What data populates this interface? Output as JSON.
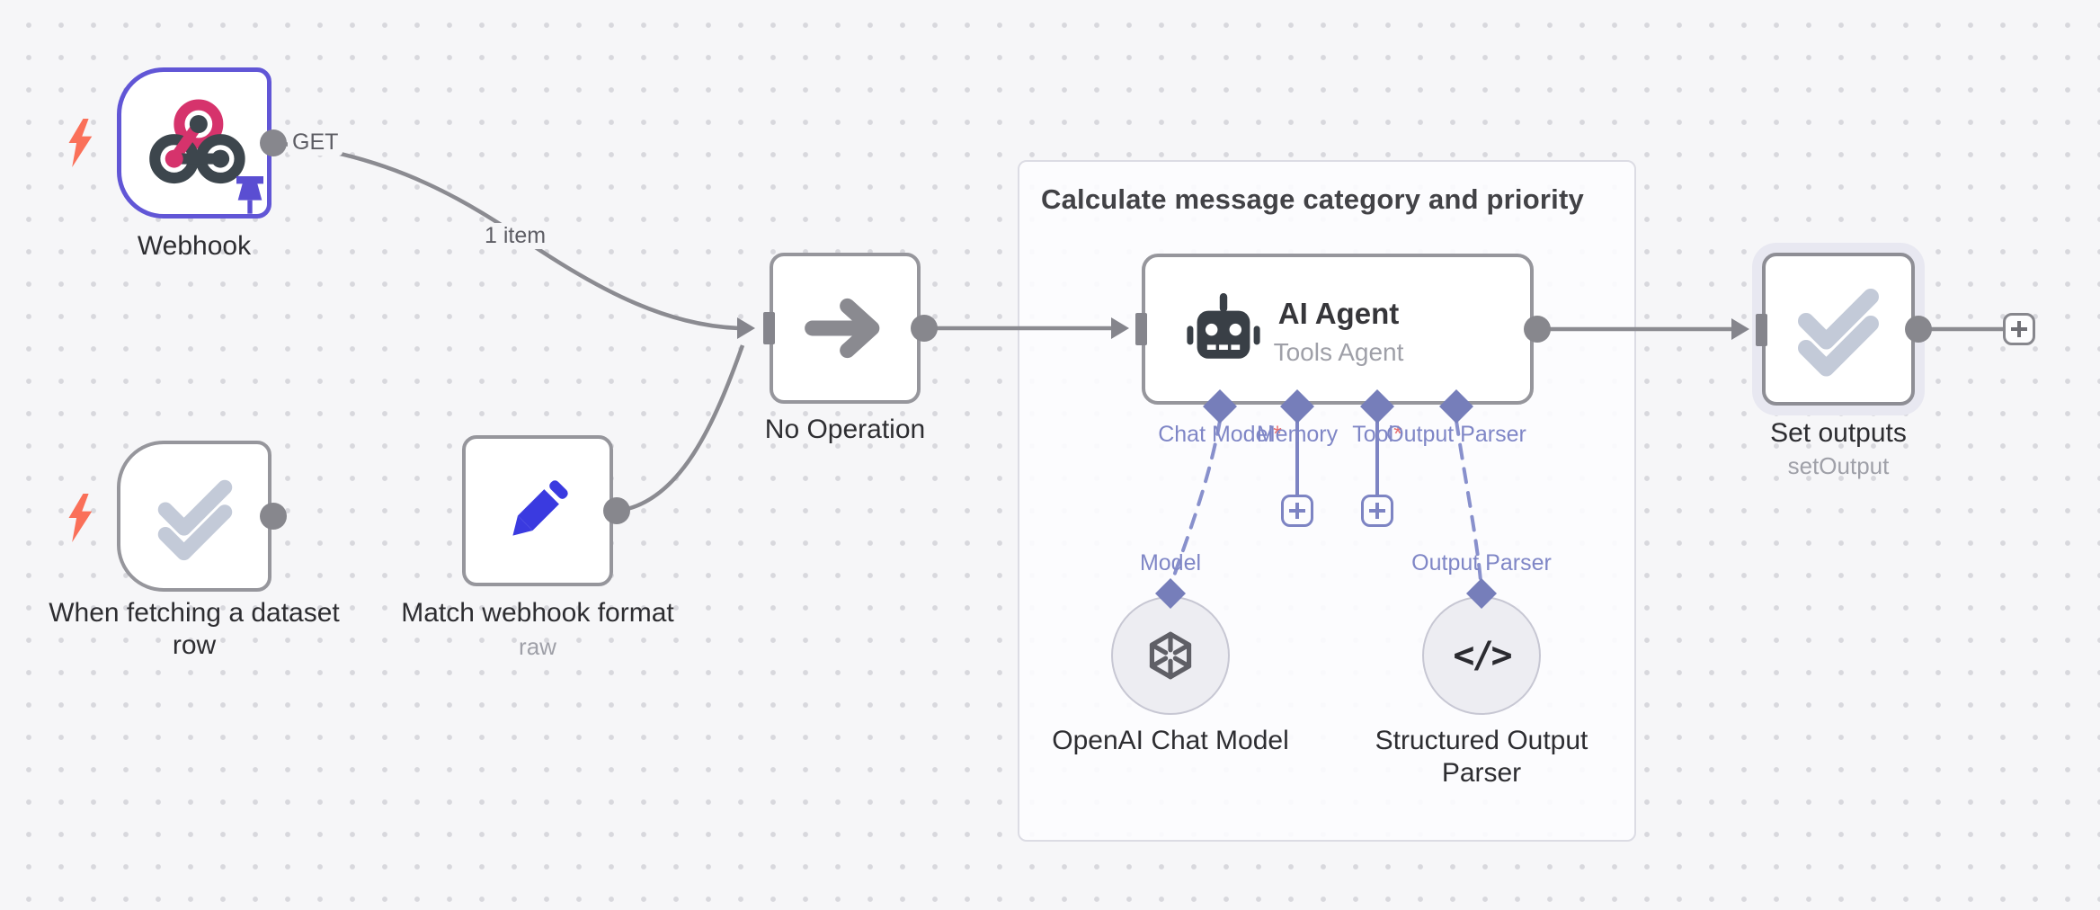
{
  "group": {
    "title": "Calculate message category and priority"
  },
  "edges": {
    "get_label": "GET",
    "items_label": "1 item"
  },
  "nodes": {
    "webhook": {
      "label": "Webhook"
    },
    "dataset_trigger": {
      "label_line1": "When fetching a dataset",
      "label_line2": "row"
    },
    "match": {
      "label": "Match webhook format",
      "subtitle": "raw"
    },
    "noop": {
      "label": "No Operation"
    },
    "ai_agent": {
      "title": "AI Agent",
      "subtitle": "Tools Agent"
    },
    "set_outputs": {
      "label": "Set outputs",
      "subtitle": "setOutput"
    },
    "openai": {
      "port_label": "Model",
      "label": "OpenAI Chat Model"
    },
    "parser": {
      "port_label": "Output Parser",
      "label_line1": "Structured Output",
      "label_line2": "Parser",
      "code_glyph": "</>"
    }
  },
  "ports": {
    "chat_model": "Chat Model",
    "chat_model_required": "*",
    "memory": "Memory",
    "tool": "Tool",
    "tool_required": "*",
    "output_parser": "Output Parser"
  },
  "colors": {
    "accent_purple": "#6156d6",
    "port_purple": "#7d84c3",
    "trigger_orange": "#fa7059",
    "pencil_blue": "#3a3ae0",
    "webhook_pink": "#d6336c",
    "icon_slate": "#3d464d",
    "node_border_gray": "#96969c",
    "connector_gray": "#87878d",
    "canvas_bg": "#f6f6f8"
  }
}
